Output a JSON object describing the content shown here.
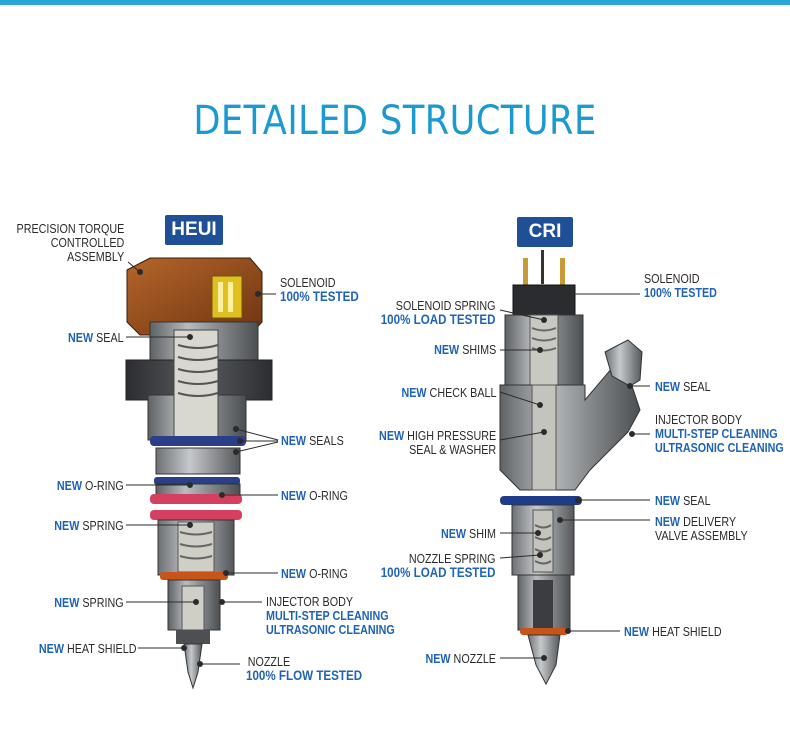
{
  "title": "DETAILED STRUCTURE",
  "colors": {
    "accent": "#1a9ad0",
    "badge": "#1f4f96",
    "label_blue": "#1f63b5"
  },
  "heui": {
    "badge": "HEUI",
    "precision_torque": [
      "PRECISION TORQUE",
      "CONTROLLED",
      "ASSEMBLY"
    ],
    "solenoid": "SOLENOID",
    "solenoid_tested": "100% TESTED",
    "seal": {
      "new": "NEW",
      "text": "SEAL"
    },
    "seals": {
      "new": "NEW",
      "text": "SEALS"
    },
    "oring_left": {
      "new": "NEW",
      "text": "O-RING"
    },
    "oring_right": {
      "new": "NEW",
      "text": "O-RING"
    },
    "spring1": {
      "new": "NEW",
      "text": "SPRING"
    },
    "oring_lower": {
      "new": "NEW",
      "text": "O-RING"
    },
    "spring2": {
      "new": "NEW",
      "text": "SPRING"
    },
    "injector_body": "INJECTOR BODY",
    "multi_step": "MULTI-STEP CLEANING",
    "ultrasonic": "ULTRASONIC CLEANING",
    "heat_shield": {
      "new": "NEW",
      "text": "HEAT SHIELD"
    },
    "nozzle": "NOZZLE",
    "flow_tested": "100% FLOW TESTED"
  },
  "cri": {
    "badge": "CRI",
    "solenoid": "SOLENOID",
    "solenoid_tested": "100% TESTED",
    "solenoid_spring": "SOLENOID SPRING",
    "load_tested1": "100% LOAD TESTED",
    "shims": {
      "new": "NEW",
      "text": "SHIMS"
    },
    "check_ball": {
      "new": "NEW",
      "text": "CHECK BALL"
    },
    "high_pressure": {
      "new": "NEW",
      "text": "HIGH PRESSURE",
      "line2": "SEAL & WASHER"
    },
    "seal1": {
      "new": "NEW",
      "text": "SEAL"
    },
    "injector_body": "INJECTOR BODY",
    "multi_step": "MULTI-STEP CLEANING",
    "ultrasonic": "ULTRASONIC CLEANING",
    "seal2": {
      "new": "NEW",
      "text": "SEAL"
    },
    "shim": {
      "new": "NEW",
      "text": "SHIM"
    },
    "delivery": {
      "new": "NEW",
      "text": "DELIVERY",
      "line2": "VALVE ASSEMBLY"
    },
    "nozzle_spring": "NOZZLE SPRING",
    "load_tested2": "100% LOAD TESTED",
    "heat_shield": {
      "new": "NEW",
      "text": "HEAT SHIELD"
    },
    "nozzle": {
      "new": "NEW",
      "text": "NOZZLE"
    }
  }
}
